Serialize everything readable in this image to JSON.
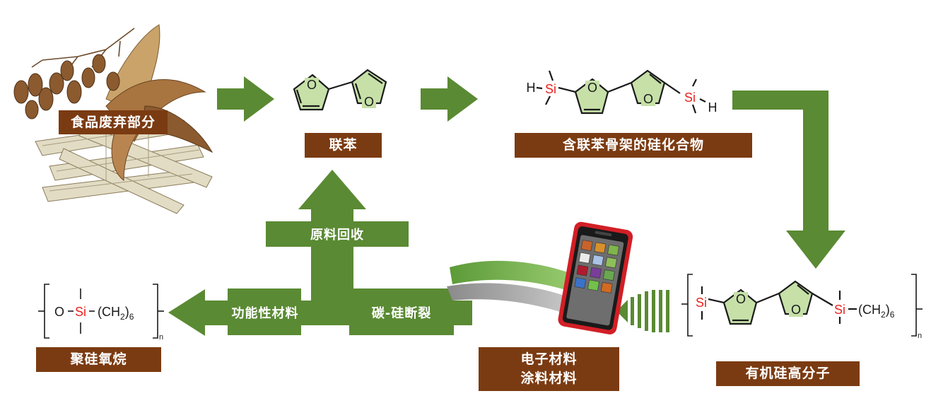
{
  "labels": {
    "food_waste": "食品废弃部分",
    "bifuran": "联苯",
    "silicon_compound": "含联苯骨架的硅化合物",
    "organosilicon_polymer": "有机硅高分子",
    "polysiloxane": "聚硅氧烷",
    "electronics_line1": "电子材料",
    "electronics_line2": "涂料材料",
    "raw_recovery": "原料回收",
    "functional_material": "功能性材料",
    "cleavage": "碳-硅断裂"
  },
  "chem": {
    "atom_o": "O",
    "atom_h": "H",
    "atom_si": "Si",
    "ch2": "(CH",
    "sub2": "2",
    "close_paren": ")",
    "sub6": "6",
    "sub_n": "n"
  },
  "colors": {
    "arrow_green": "#5a8a33",
    "label_brown": "#7b3b12",
    "ring_fill": "#c6e0a8",
    "silicon_red": "#e8231f",
    "oxygen_red": "#e8231f"
  }
}
